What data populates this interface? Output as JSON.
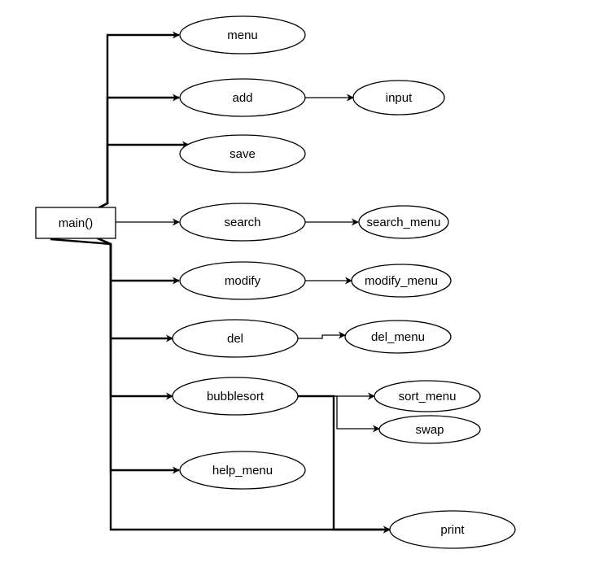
{
  "nodes": [
    {
      "id": "main",
      "label": "main()",
      "shape": "rect"
    },
    {
      "id": "menu",
      "label": "menu",
      "shape": "ellipse"
    },
    {
      "id": "add",
      "label": "add",
      "shape": "ellipse"
    },
    {
      "id": "input",
      "label": "input",
      "shape": "ellipse"
    },
    {
      "id": "save",
      "label": "save",
      "shape": "ellipse"
    },
    {
      "id": "search",
      "label": "search",
      "shape": "ellipse"
    },
    {
      "id": "search_menu",
      "label": "search_menu",
      "shape": "ellipse"
    },
    {
      "id": "modify",
      "label": "modify",
      "shape": "ellipse"
    },
    {
      "id": "modify_menu",
      "label": "modify_menu",
      "shape": "ellipse"
    },
    {
      "id": "del",
      "label": "del",
      "shape": "ellipse"
    },
    {
      "id": "del_menu",
      "label": "del_menu",
      "shape": "ellipse"
    },
    {
      "id": "bubblesort",
      "label": "bubblesort",
      "shape": "ellipse"
    },
    {
      "id": "sort_menu",
      "label": "sort_menu",
      "shape": "ellipse"
    },
    {
      "id": "swap",
      "label": "swap",
      "shape": "ellipse"
    },
    {
      "id": "help_menu",
      "label": "help_menu",
      "shape": "ellipse"
    },
    {
      "id": "print",
      "label": "print",
      "shape": "ellipse"
    }
  ],
  "edges": [
    {
      "from": "main",
      "to": "menu"
    },
    {
      "from": "main",
      "to": "add"
    },
    {
      "from": "main",
      "to": "save"
    },
    {
      "from": "main",
      "to": "search"
    },
    {
      "from": "main",
      "to": "modify"
    },
    {
      "from": "main",
      "to": "del"
    },
    {
      "from": "main",
      "to": "bubblesort"
    },
    {
      "from": "main",
      "to": "help_menu"
    },
    {
      "from": "main",
      "to": "print"
    },
    {
      "from": "add",
      "to": "input"
    },
    {
      "from": "search",
      "to": "search_menu"
    },
    {
      "from": "modify",
      "to": "modify_menu"
    },
    {
      "from": "del",
      "to": "del_menu"
    },
    {
      "from": "bubblesort",
      "to": "sort_menu"
    },
    {
      "from": "bubblesort",
      "to": "swap"
    },
    {
      "from": "bubblesort",
      "to": "print"
    }
  ],
  "colors": {
    "stroke": "#000000",
    "fill": "#ffffff",
    "text": "#000000"
  }
}
